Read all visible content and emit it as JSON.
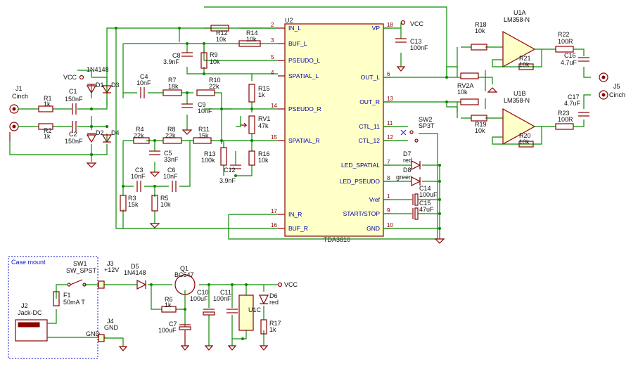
{
  "ic": {
    "ref": "U2",
    "part": "TDA3810"
  },
  "ic_pins_left": [
    {
      "n": "2",
      "name": "IN_L"
    },
    {
      "n": "3",
      "name": "BUF_L"
    },
    {
      "n": "5",
      "name": "PSEUDO_L"
    },
    {
      "n": "4",
      "name": "SPATIAL_L"
    },
    {
      "n": "14",
      "name": "PSEUDO_R"
    },
    {
      "n": "15",
      "name": "SPATIAL_R"
    },
    {
      "n": "17",
      "name": "IN_R"
    },
    {
      "n": "16",
      "name": "BUF_R"
    }
  ],
  "ic_pins_right": [
    {
      "n": "18",
      "name": "VP"
    },
    {
      "n": "6",
      "name": "OUT_L"
    },
    {
      "n": "13",
      "name": "OUT_R"
    },
    {
      "n": "11",
      "name": "CTL_11"
    },
    {
      "n": "12",
      "name": "CTL_12"
    },
    {
      "n": "7",
      "name": "LED_SPATIAL"
    },
    {
      "n": "8",
      "name": "LED_PSEUDO"
    },
    {
      "n": "1",
      "name": "Vref"
    },
    {
      "n": "9",
      "name": "START/STOP"
    },
    {
      "n": "10",
      "name": "GND"
    }
  ],
  "labels": [
    {
      "k": "J1",
      "v": "Cinch"
    },
    {
      "k": "R1",
      "v": "1k"
    },
    {
      "k": "R2",
      "v": "1k"
    },
    {
      "k": "C1",
      "v": "150nF"
    },
    {
      "k": "C2",
      "v": "150nF"
    },
    {
      "k": "D1",
      "v": "1N4148"
    },
    {
      "k": "D2",
      "v": ""
    },
    {
      "k": "D3",
      "v": ""
    },
    {
      "k": "D4",
      "v": ""
    },
    {
      "k": "R12",
      "v": "10k"
    },
    {
      "k": "R14",
      "v": "10k"
    },
    {
      "k": "C8",
      "v": "3.9nF"
    },
    {
      "k": "R9",
      "v": "10k"
    },
    {
      "k": "R10",
      "v": "22k"
    },
    {
      "k": "C4",
      "v": "10nF"
    },
    {
      "k": "R7",
      "v": "18k"
    },
    {
      "k": "C9",
      "v": "10nF"
    },
    {
      "k": "R15",
      "v": "1k"
    },
    {
      "k": "RV1",
      "v": "47k"
    },
    {
      "k": "R4",
      "v": "22k"
    },
    {
      "k": "R8",
      "v": "22k"
    },
    {
      "k": "R11",
      "v": "15k"
    },
    {
      "k": "C5",
      "v": "33nF"
    },
    {
      "k": "C3",
      "v": "10nF"
    },
    {
      "k": "C6",
      "v": "10nF"
    },
    {
      "k": "R13",
      "v": "100k"
    },
    {
      "k": "R16",
      "v": "10k"
    },
    {
      "k": "C12",
      "v": "3.9nF"
    },
    {
      "k": "R3",
      "v": "15k"
    },
    {
      "k": "R5",
      "v": "10k"
    },
    {
      "k": "C13",
      "v": "100nF"
    },
    {
      "k": "RV2A",
      "v": "10k"
    },
    {
      "k": "R18",
      "v": "10k"
    },
    {
      "k": "R19",
      "v": "10k"
    },
    {
      "k": "R21",
      "v": "10k"
    },
    {
      "k": "R20",
      "v": "10k"
    },
    {
      "k": "R22",
      "v": "100R"
    },
    {
      "k": "R23",
      "v": "100R"
    },
    {
      "k": "C16",
      "v": "4.7uF"
    },
    {
      "k": "C17",
      "v": "4.7uF"
    },
    {
      "k": "J5",
      "v": "Cinch"
    },
    {
      "k": "SW2",
      "v": "SP3T"
    },
    {
      "k": "D7",
      "v": "red"
    },
    {
      "k": "D8",
      "v": "green"
    },
    {
      "k": "C14",
      "v": "100uF"
    },
    {
      "k": "C15",
      "v": "47uF"
    }
  ],
  "opamps": [
    {
      "ref": "U1A",
      "part": "LM358-N"
    },
    {
      "ref": "U1B",
      "part": "LM358-N"
    }
  ],
  "vcc": "VCC",
  "gnd": "GND",
  "power": {
    "box": "Case mount",
    "J2": "J2",
    "J2v": "Jack-DC",
    "SW1": "SW1",
    "SW1v": "SW_SPST",
    "F1": "F1",
    "F1v": "50mA T",
    "J3": "J3",
    "J3v": "+12V",
    "J4": "J4",
    "J4v": "GND",
    "D5": "D5",
    "D5v": "1N4148",
    "Q1": "Q1",
    "Q1v": "BC547",
    "R6": "R6",
    "R6v": "1k",
    "C7": "C7",
    "C7v": "100uF",
    "C10": "C10",
    "C10v": "100uF",
    "C11": "C11",
    "C11v": "100nF",
    "U1C": "U1C",
    "D6": "D6",
    "D6v": "red",
    "R17": "R17",
    "R17v": "1k"
  }
}
